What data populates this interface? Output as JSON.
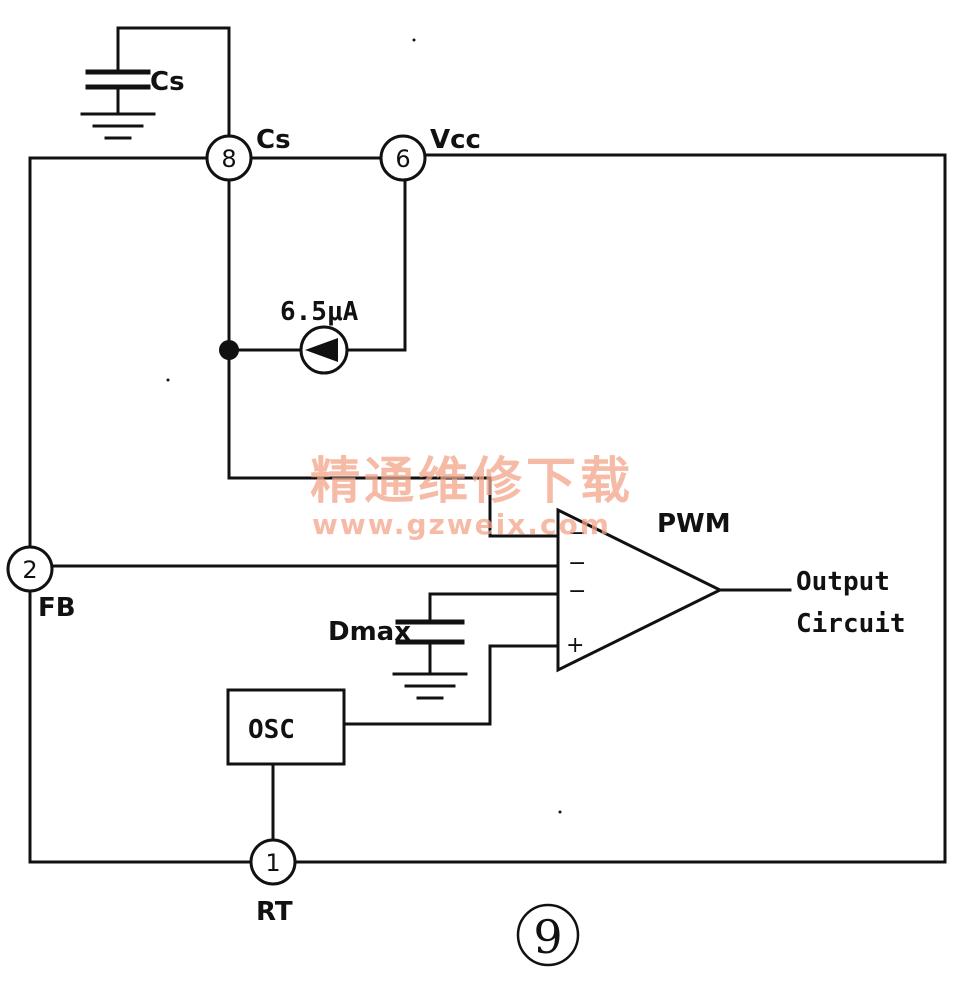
{
  "diagram": {
    "pins": {
      "cs": {
        "number": "8",
        "label": "Cs"
      },
      "vcc": {
        "number": "6",
        "label": "Vcc"
      },
      "fb": {
        "number": "2",
        "label": "FB"
      },
      "rt": {
        "number": "1",
        "label": "RT"
      }
    },
    "capacitors": {
      "cs": "Cs",
      "dmax": "Dmax"
    },
    "current_source": "6.5μA",
    "comparator": {
      "label": "PWM",
      "inputs": [
        "−",
        "−",
        "−",
        "+"
      ]
    },
    "osc": "OSC",
    "output": [
      "Output",
      "Circuit"
    ],
    "figure_number": "9",
    "watermark": {
      "line1": "精通维修下载",
      "line2": "www.gzweix.com"
    }
  }
}
